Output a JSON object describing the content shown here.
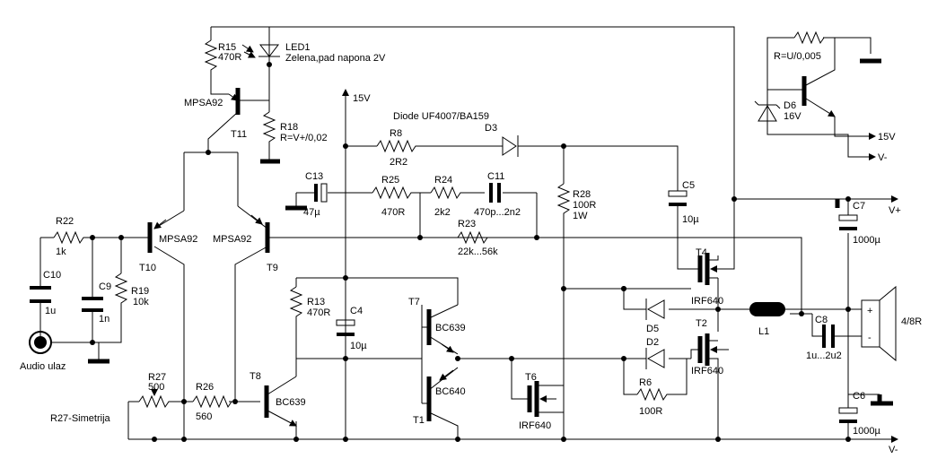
{
  "labels": {
    "r15": "R15",
    "r15v": "470R",
    "led1": "LED1",
    "led1desc": "Zelena,pad napona 2V",
    "mpsa92_t11": "MPSA92",
    "t11": "T11",
    "r18": "R18",
    "r18v": "R=V+/0,02",
    "v15top": "15V",
    "diode_note": "Diode UF4007/BA159",
    "r8": "R8",
    "r8v": "2R2",
    "d3": "D3",
    "c13": "C13",
    "c13v": "47µ",
    "r25": "R25",
    "r25v": "470R",
    "r24": "R24",
    "r24v": "2k2",
    "c11": "C11",
    "c11v": "470p...2n2",
    "r23": "R23",
    "r23v": "22k...56k",
    "r28": "R28",
    "r28v": "100R",
    "r28p": "1W",
    "c5": "C5",
    "c5v": "10µ",
    "r22": "R22",
    "r22v": "1k",
    "mpsa92_t10": "MPSA92",
    "t10": "T10",
    "mpsa92_t9": "MPSA92",
    "t9": "T9",
    "c10": "C10",
    "c10v": "1u",
    "c9": "C9",
    "c9v": "1n",
    "r19": "R19",
    "r19v": "10k",
    "audio_in": "Audio ulaz",
    "r13": "R13",
    "r13v": "470R",
    "c4": "C4",
    "c4v": "10µ",
    "t7": "T7",
    "bc639_t7": "BC639",
    "t8": "T8",
    "bc639_t8": "BC639",
    "bc640": "BC640",
    "t1": "T1",
    "t6": "T6",
    "irf640_t6": "IRF640",
    "r27": "R27",
    "r27v": "500",
    "r26": "R26",
    "r26v": "560",
    "r27sim": "R27-Simetrija",
    "t4": "T4",
    "irf640_t4": "IRF640",
    "d5": "D5",
    "d2": "D2",
    "t2": "T2",
    "irf640_t2": "IRF640",
    "r6": "R6",
    "r6v": "100R",
    "l1": "L1",
    "c8": "C8",
    "c8v": "1u...2u2",
    "c7": "C7",
    "c7v": "1000µ",
    "c6": "C6",
    "c6v": "1000µ",
    "vplus": "V+",
    "vminus": "V-",
    "speaker": "4/8R",
    "plus": "+",
    "minus": "-",
    "r_formula": "R=U/0,005",
    "d6": "D6",
    "d6v": "16V",
    "v15inset": "15V",
    "vminus_inset": "V-"
  }
}
